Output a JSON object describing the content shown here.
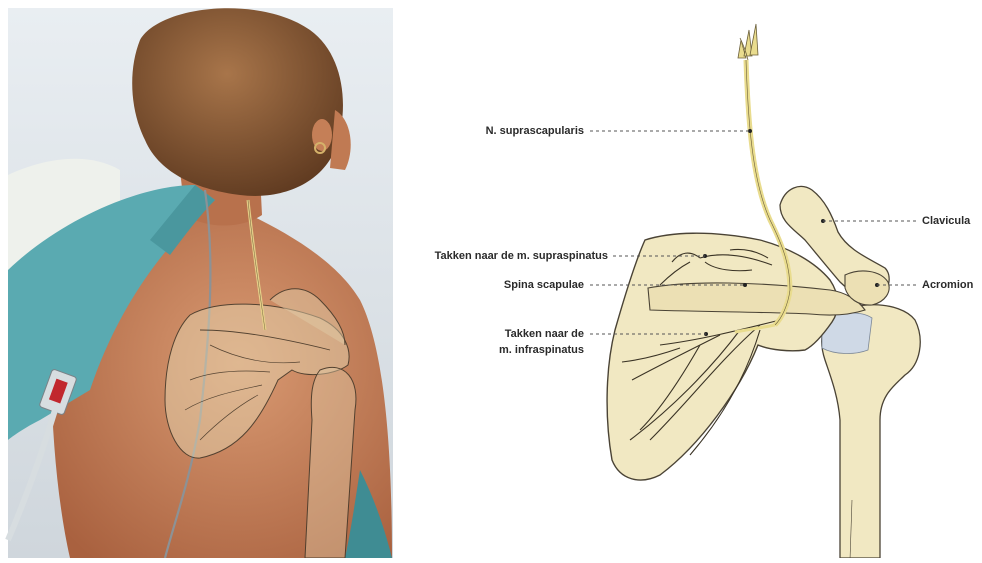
{
  "labels": {
    "n_suprascapularis": "N. suprascapularis",
    "clavicula": "Clavicula",
    "takken_supraspinatus": "Takken naar de m. supraspinatus",
    "spina_scapulae": "Spina scapulae",
    "acromion": "Acromion",
    "takken_infraspinatus_line1": "Takken naar de",
    "takken_infraspinatus_line2": "m. infraspinatus"
  },
  "colors": {
    "bone_fill": "#f1e8c2",
    "bone_stroke": "#4a4335",
    "nerve": "#e9dc8e",
    "skin": "#c9835d",
    "hair": "#8a5a36",
    "drape": "#58a7ae",
    "leader": "#555555"
  }
}
